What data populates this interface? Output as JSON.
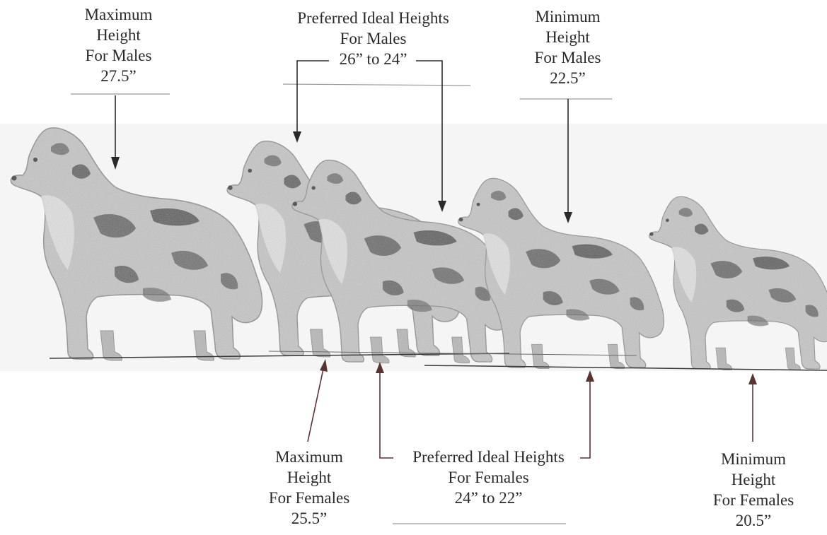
{
  "labels": {
    "max_male": {
      "lines": [
        "Maximum",
        "Height",
        "For Males",
        "27.5”"
      ]
    },
    "ideal_male": {
      "lines": [
        "Preferred Ideal Heights",
        "For Males",
        "26” to 24”"
      ]
    },
    "min_male": {
      "lines": [
        "Minimum",
        "Height",
        "For Males",
        "22.5”"
      ]
    },
    "max_female": {
      "lines": [
        "Maximum",
        "Height",
        "For Females",
        "25.5”"
      ]
    },
    "ideal_female": {
      "lines": [
        "Preferred Ideal Heights",
        "For Females",
        "24” to 22”"
      ]
    },
    "min_female": {
      "lines": [
        "Minimum",
        "Height",
        "For Females",
        "20.5”"
      ]
    }
  },
  "colors": {
    "text": "#2a2a2a",
    "line": "#3a3a3a",
    "coat_light": "#c9c9c9",
    "coat_mid": "#9a9a9a",
    "coat_dark": "#3e3e3e",
    "arrow_bottom": "#5a3232"
  },
  "dogs": [
    {
      "name": "collie-max-male",
      "height_in": 27.5
    },
    {
      "name": "collie-ideal-male",
      "height_in": 25.5
    },
    {
      "name": "collie-ideal-female",
      "height_in": 24
    },
    {
      "name": "collie-min-male",
      "height_in": 22.5
    },
    {
      "name": "collie-min-female",
      "height_in": 20.5
    }
  ]
}
